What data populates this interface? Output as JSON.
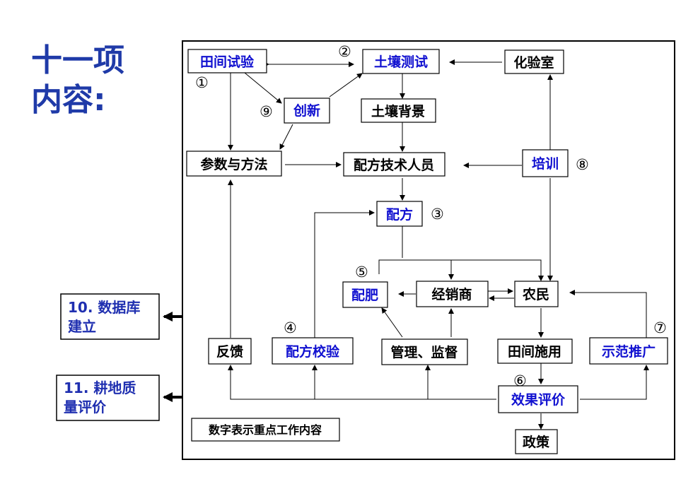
{
  "title": {
    "line1": "十一项",
    "line2": "内容:"
  },
  "nodes": {
    "field_trial": "田间试验",
    "soil_test": "土壤测试",
    "lab": "化验室",
    "innovation": "创新",
    "soil_background": "土壤背景",
    "params_methods": "参数与方法",
    "formula_staff": "配方技术人员",
    "training": "培训",
    "formula": "配方",
    "formula_fertilizer": "配肥",
    "dealer": "经销商",
    "farmer": "农民",
    "feedback": "反馈",
    "formula_verify": "配方校验",
    "management": "管理、监督",
    "field_apply": "田间施用",
    "demo_promote": "示范推广",
    "effect_eval": "效果评价",
    "policy": "政策",
    "legend_note": "数字表示重点工作内容"
  },
  "numbers": {
    "n1": "①",
    "n2": "②",
    "n3": "③",
    "n4": "④",
    "n5": "⑤",
    "n6": "⑥",
    "n7": "⑦",
    "n8": "⑧",
    "n9": "⑨"
  },
  "side": {
    "database_l1": "10. 数据库",
    "database_l2": "建立",
    "quality_l1": "11. 耕地质",
    "quality_l2": "量评价"
  },
  "colors": {
    "title": "#1f3aa8",
    "blue_text": "#1010d0",
    "side_text": "#1f2fb0"
  }
}
